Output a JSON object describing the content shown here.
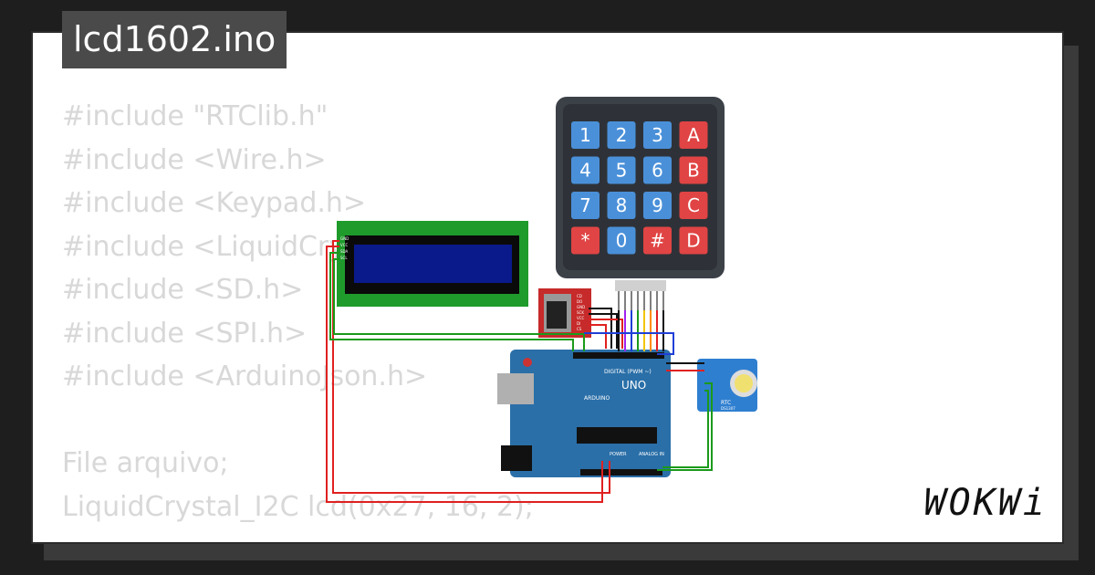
{
  "file": {
    "title": "lcd1602.ino"
  },
  "code": {
    "lines": [
      "#include \"RTClib.h\"",
      "#include <Wire.h>",
      "#include <Keypad.h>",
      "#include <LiquidCrystal_I2C.h>",
      "#include <SD.h>",
      "#include <SPI.h>",
      "#include <ArduinoJson.h>",
      "",
      "File arquivo;",
      "LiquidCrystal_I2C lcd(0x27, 16, 2);"
    ]
  },
  "keypad": {
    "keys": [
      "1",
      "2",
      "3",
      "A",
      "4",
      "5",
      "6",
      "B",
      "7",
      "8",
      "9",
      "C",
      "*",
      "0",
      "#",
      "D"
    ]
  },
  "board": {
    "name": "UNO",
    "brand": "ARDUINO",
    "digital_label": "DIGITAL (PWM ~)",
    "power_label": "POWER",
    "analog_label": "ANALOG IN"
  },
  "rtc": {
    "label": "RTC",
    "chip": "DS1307"
  },
  "lcd": {
    "pin_labels": [
      "GND",
      "VCC",
      "SDA",
      "SCL"
    ]
  },
  "sd": {
    "pin_labels": [
      "CD",
      "DO",
      "GND",
      "SCK",
      "VCC",
      "DI",
      "CS"
    ]
  },
  "brand": {
    "logo": "WOKWi"
  },
  "colors": {
    "wire_red": "#e02020",
    "wire_black": "#111111",
    "wire_green": "#1a9a1a",
    "wire_blue": "#1f3fd6",
    "wire_yellow": "#f2c500",
    "wire_orange": "#ff8c00",
    "wire_purple": "#a020f0",
    "key_blue": "#4a90d9",
    "key_red": "#e04444",
    "board_blue": "#2a6fa8"
  }
}
